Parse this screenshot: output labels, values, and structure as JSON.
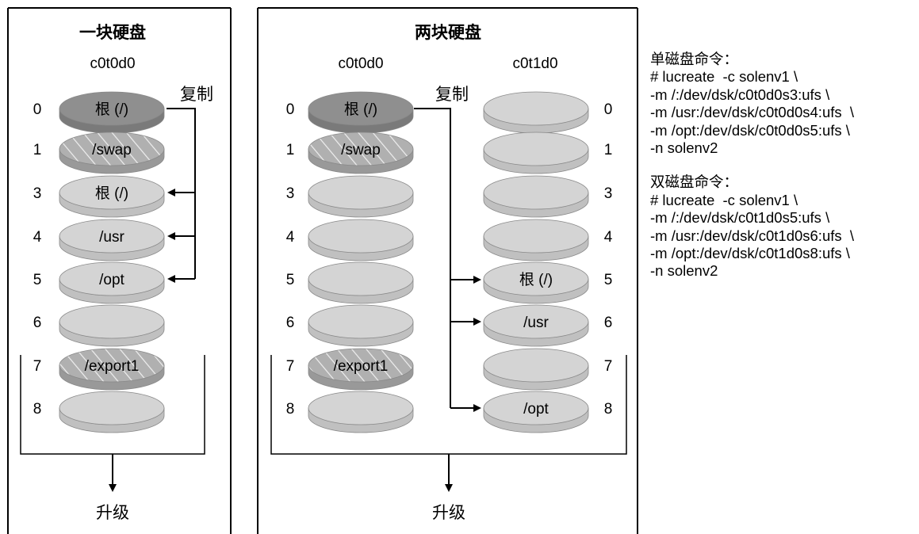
{
  "panels": [
    {
      "title": "一块硬盘",
      "copy_label": "复制",
      "upgrade_label": "升级",
      "disks": [
        {
          "name": "c0t0d0",
          "slices": [
            {
              "num": "0",
              "label": "根 (/)",
              "style": "dark"
            },
            {
              "num": "1",
              "label": "/swap",
              "style": "hatched"
            },
            {
              "num": "3",
              "label": "根 (/)",
              "style": "light"
            },
            {
              "num": "4",
              "label": "/usr",
              "style": "light"
            },
            {
              "num": "5",
              "label": "/opt",
              "style": "light"
            },
            {
              "num": "6",
              "label": "",
              "style": "light"
            },
            {
              "num": "7",
              "label": "/export1",
              "style": "hatched"
            },
            {
              "num": "8",
              "label": "",
              "style": "light"
            }
          ]
        }
      ]
    },
    {
      "title": "两块硬盘",
      "copy_label": "复制",
      "upgrade_label": "升级",
      "disks": [
        {
          "name": "c0t0d0",
          "slices": [
            {
              "num": "0",
              "label": "根 (/)",
              "style": "dark"
            },
            {
              "num": "1",
              "label": "/swap",
              "style": "hatched"
            },
            {
              "num": "3",
              "label": "",
              "style": "light"
            },
            {
              "num": "4",
              "label": "",
              "style": "light"
            },
            {
              "num": "5",
              "label": "",
              "style": "light"
            },
            {
              "num": "6",
              "label": "",
              "style": "light"
            },
            {
              "num": "7",
              "label": "/export1",
              "style": "hatched"
            },
            {
              "num": "8",
              "label": "",
              "style": "light"
            }
          ]
        },
        {
          "name": "c0t1d0",
          "slices": [
            {
              "num": "0",
              "label": "",
              "style": "light"
            },
            {
              "num": "1",
              "label": "",
              "style": "light"
            },
            {
              "num": "3",
              "label": "",
              "style": "light"
            },
            {
              "num": "4",
              "label": "",
              "style": "light"
            },
            {
              "num": "5",
              "label": "根 (/)",
              "style": "light"
            },
            {
              "num": "6",
              "label": "/usr",
              "style": "light"
            },
            {
              "num": "7",
              "label": "",
              "style": "light"
            },
            {
              "num": "8",
              "label": "/opt",
              "style": "light"
            }
          ]
        }
      ]
    }
  ],
  "commands": [
    {
      "heading": "单磁盘命令：",
      "lines": [
        "# lucreate  -c solenv1 \\",
        "-m /:/dev/dsk/c0t0d0s3:ufs \\",
        "-m /usr:/dev/dsk/c0t0d0s4:ufs  \\",
        "-m /opt:/dev/dsk/c0t0d0s5:ufs \\",
        "-n solenv2"
      ]
    },
    {
      "heading": "双磁盘命令：",
      "lines": [
        "# lucreate  -c solenv1 \\",
        "-m /:/dev/dsk/c0t1d0s5:ufs \\",
        "-m /usr:/dev/dsk/c0t1d0s6:ufs  \\",
        "-m /opt:/dev/dsk/c0t1d0s8:ufs \\",
        "-n solenv2"
      ]
    }
  ],
  "colors": {
    "dark_fill": "#8f8f8f",
    "light_fill": "#d4d4d4",
    "hatched_fill": "#b0b0b0",
    "line": "#000000"
  }
}
